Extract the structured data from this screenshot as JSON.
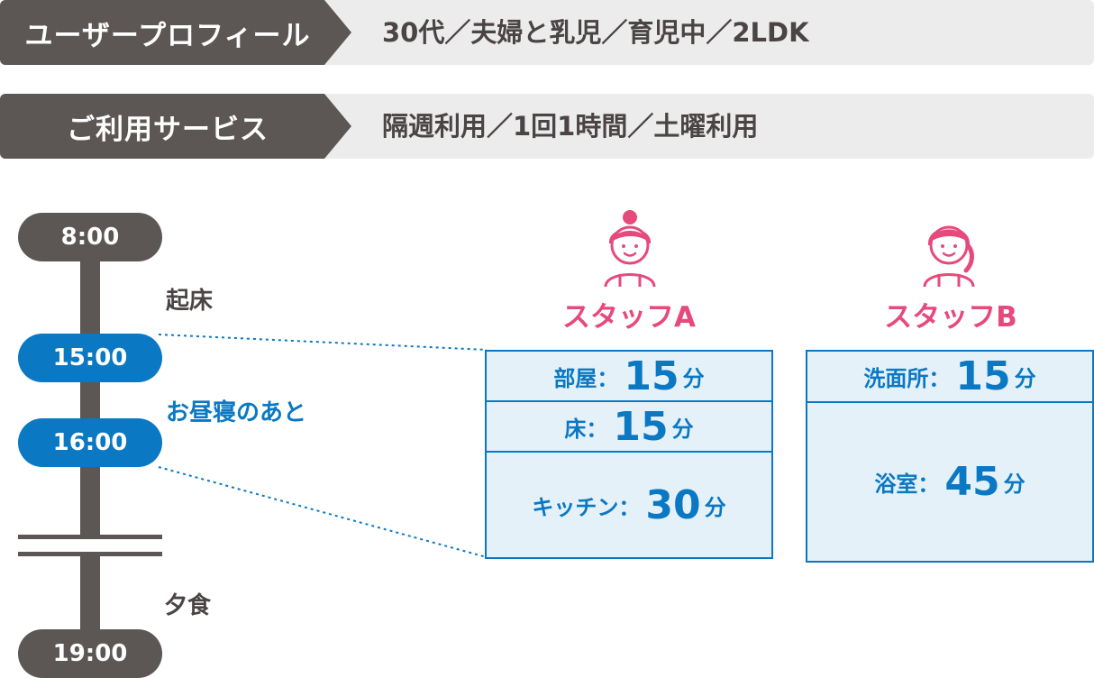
{
  "profile": {
    "user_label": "ユーザープロフィール",
    "user_value": "30代／夫婦と乳児／育児中／2LDK",
    "service_label": "ご利用サービス",
    "service_value": "隔週利用／1回1時間／土曜利用"
  },
  "timeline": {
    "t1": "8:00",
    "e1": "起床",
    "t2": "15:00",
    "e2": "お昼寝のあと",
    "t3": "16:00",
    "e3": "夕食",
    "t4": "19:00"
  },
  "staff_a": {
    "name": "スタッフA",
    "tasks": [
      {
        "area": "部屋：",
        "minutes": "15",
        "unit": "分"
      },
      {
        "area": "床：",
        "minutes": "15",
        "unit": "分"
      },
      {
        "area": "キッチン：",
        "minutes": "30",
        "unit": "分"
      }
    ]
  },
  "staff_b": {
    "name": "スタッフB",
    "tasks": [
      {
        "area": "洗面所：",
        "minutes": "15",
        "unit": "分"
      },
      {
        "area": "浴室：",
        "minutes": "45",
        "unit": "分"
      }
    ]
  },
  "colors": {
    "dark": "#5c5655",
    "blue": "#0a78c3",
    "pink": "#e64a7c",
    "light_blue": "#e5f1f9"
  },
  "icons": [
    "staff-a-person-icon",
    "staff-b-person-icon"
  ]
}
